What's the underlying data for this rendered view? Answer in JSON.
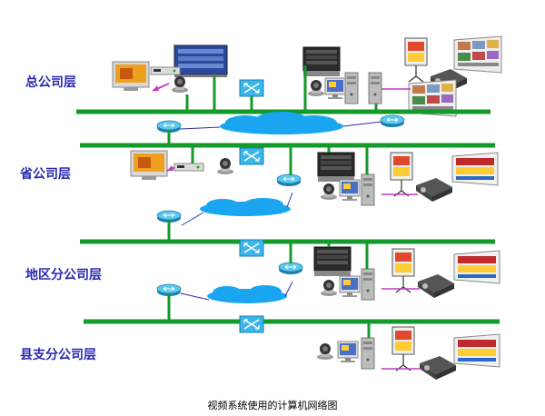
{
  "layers": [
    {
      "label": "总公司层"
    },
    {
      "label": "省公司层"
    },
    {
      "label": "地区分公司层"
    },
    {
      "label": "县支分公司层"
    }
  ],
  "caption": "视频系统使用的计算机网络图",
  "colors": {
    "bus": "#129a2a",
    "cloud": "#1aa5f0",
    "router": "#22a8e0",
    "link": "#2a2ab0",
    "label": "#2a2ab0",
    "video_link": "#c03cc0"
  },
  "icons": [
    "video-terminal-icon",
    "camera-icon",
    "mcu-rack-icon",
    "switch-icon",
    "router-icon",
    "server-icon",
    "workstation-icon",
    "projector-icon",
    "projection-screen-icon",
    "video-wall-icon",
    "network-cloud-icon"
  ]
}
